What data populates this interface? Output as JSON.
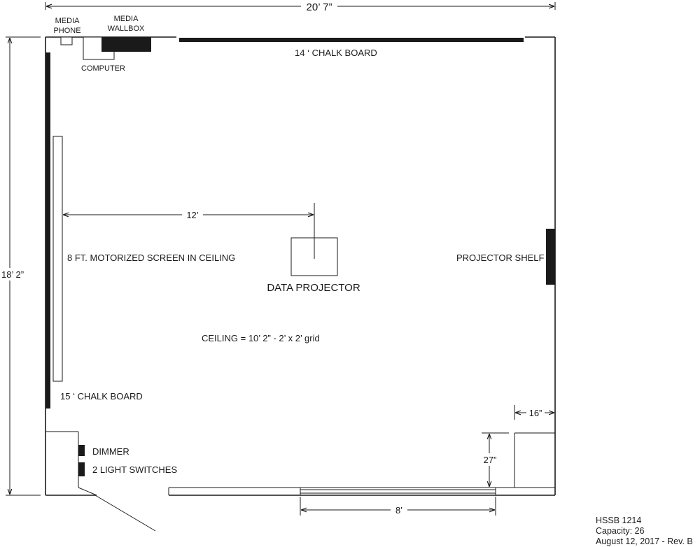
{
  "dimensions": {
    "overall_width": "20’ 7”",
    "overall_depth": "18’ 2”",
    "screen_to_projector": "12’",
    "shelf_offset": "16”",
    "wall_return": "27”",
    "door_opening": "8’"
  },
  "labels": {
    "media_phone_line1": "MEDIA",
    "media_phone_line2": "PHONE",
    "media_wallbox_line1": "MEDIA",
    "media_wallbox_line2": "WALLBOX",
    "computer": "COMPUTER",
    "chalkboard_top": "14 ‘ CHALK BOARD",
    "chalkboard_left": "15 ‘ CHALK BOARD",
    "screen": "8 FT. MOTORIZED SCREEN IN CEILING",
    "data_projector": "DATA PROJECTOR",
    "projector_shelf": "PROJECTOR SHELF",
    "ceiling": "CEILING = 10’ 2” - 2’ x 2’ grid",
    "dimmer": "DIMMER",
    "light_switches": "2 LIGHT SWITCHES"
  },
  "room_info": {
    "room": "HSSB 1214",
    "capacity": "Capacity: 26",
    "date_rev": "August 12, 2017 - Rev. B"
  }
}
